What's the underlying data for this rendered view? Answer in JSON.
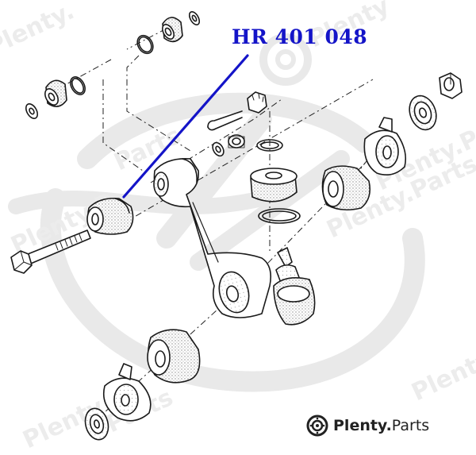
{
  "callout": {
    "part_number": "HR 401 048",
    "color": "#1414c8"
  },
  "brand": {
    "name": "Plenty",
    "dot": ".",
    "suffix": "Parts",
    "watermark_text": "Plenty.Parts",
    "icon": "brake-disc-icon"
  },
  "colors": {
    "line": "#1a1a1a",
    "stipple": "#9a9a9a",
    "watermark": "#e8e8e8"
  }
}
